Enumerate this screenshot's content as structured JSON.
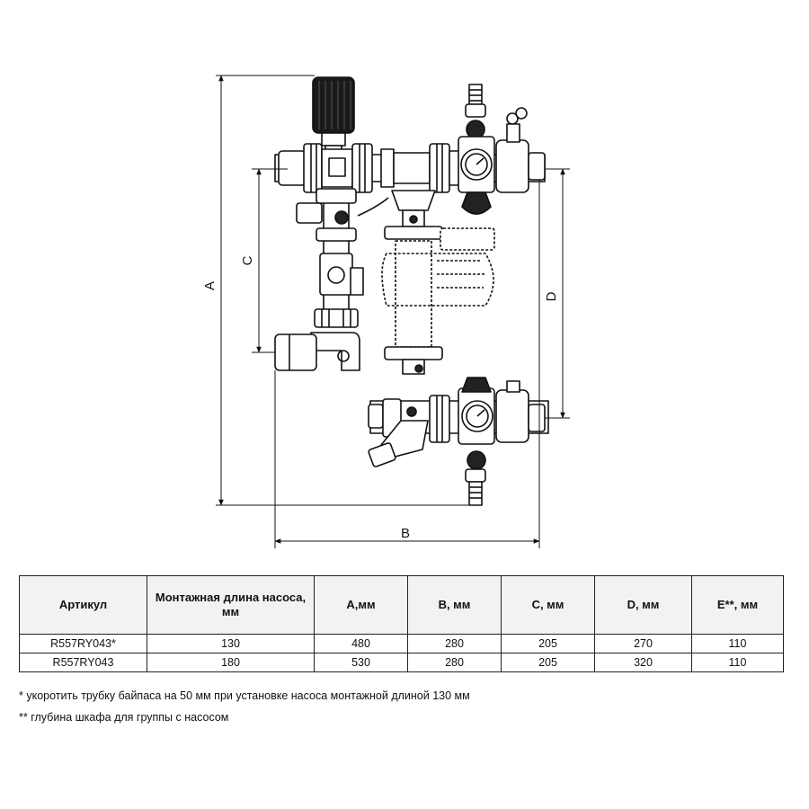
{
  "dimensions": {
    "a": "A",
    "b": "B",
    "c": "C",
    "d": "D"
  },
  "table": {
    "headers": [
      "Артикул",
      "Монтажная длина насоса, мм",
      "A,мм",
      "B, мм",
      "C, мм",
      "D, мм",
      "E**, мм"
    ],
    "rows": [
      [
        "R557RY043*",
        "130",
        "480",
        "280",
        "205",
        "270",
        "110"
      ],
      [
        "R557RY043",
        "180",
        "530",
        "280",
        "205",
        "320",
        "110"
      ]
    ]
  },
  "notes": [
    "* укоротить трубку байпаса на 50 мм при установке насоса монтажной длиной 130 мм",
    "** глубина шкафа для группы с насосом"
  ]
}
